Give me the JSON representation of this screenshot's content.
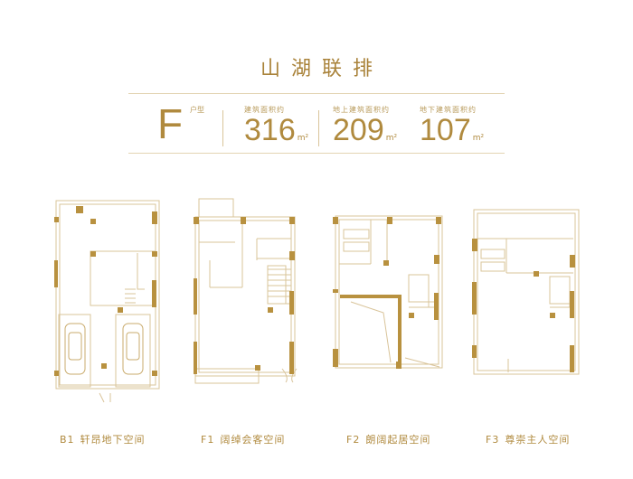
{
  "header": {
    "title": "山湖联排"
  },
  "unit": {
    "type_letter": "F",
    "type_label": "户型",
    "stats": [
      {
        "label": "建筑面积约",
        "value": "316",
        "unit": "m²"
      },
      {
        "label": "地上建筑面积约",
        "value": "209",
        "unit": "m²"
      },
      {
        "label": "地下建筑面积约",
        "value": "107",
        "unit": "m²"
      }
    ]
  },
  "floors": [
    {
      "code": "B1",
      "name": "轩昂地下空间"
    },
    {
      "code": "F1",
      "name": "阔绰会客空间"
    },
    {
      "code": "F2",
      "name": "朗阔起居空间"
    },
    {
      "code": "F3",
      "name": "尊崇主人空间"
    }
  ],
  "colors": {
    "gold": "#b08a3e",
    "wall": "#b8913f",
    "line": "#d9c49a",
    "background": "#ffffff"
  }
}
